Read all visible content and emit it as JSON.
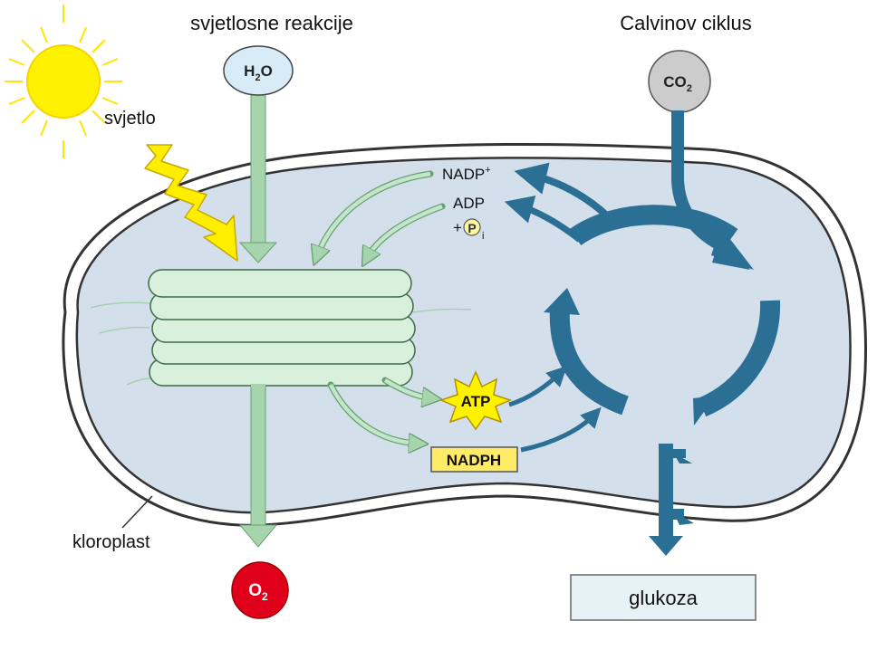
{
  "title_light": "svjetlosne reakcije",
  "title_calvin": "Calvinov ciklus",
  "label_light": "svjetlo",
  "label_chloroplast": "kloroplast",
  "molecules": {
    "h2o": "H",
    "h2o_sub": "2",
    "h2o_tail": "O",
    "co2": "CO",
    "co2_sub": "2",
    "o2": "O",
    "o2_sub": "2",
    "nadp": "NADP",
    "nadp_sup": "+",
    "adp": "ADP",
    "pi_plus": "+",
    "pi": "P",
    "pi_sub": "i",
    "atp": "ATP",
    "nadph": "NADPH"
  },
  "output_label": "glukoza",
  "colors": {
    "stroma": "#d3dfea",
    "membrane": "#333333",
    "thylakoid": "#d8f0dc",
    "green_arrow": "#a5d4ad",
    "blue_arrow": "#2b6f94",
    "sun": "#fff200",
    "lightning": "#ffee00",
    "h2o_bubble": "#d8ecf8",
    "co2_bubble": "#cccccc",
    "o2_bubble": "#e0001b",
    "atp_star": "#fff200",
    "nadph_box": "#ffeb66",
    "glucose_box": "#e6f2f6"
  }
}
